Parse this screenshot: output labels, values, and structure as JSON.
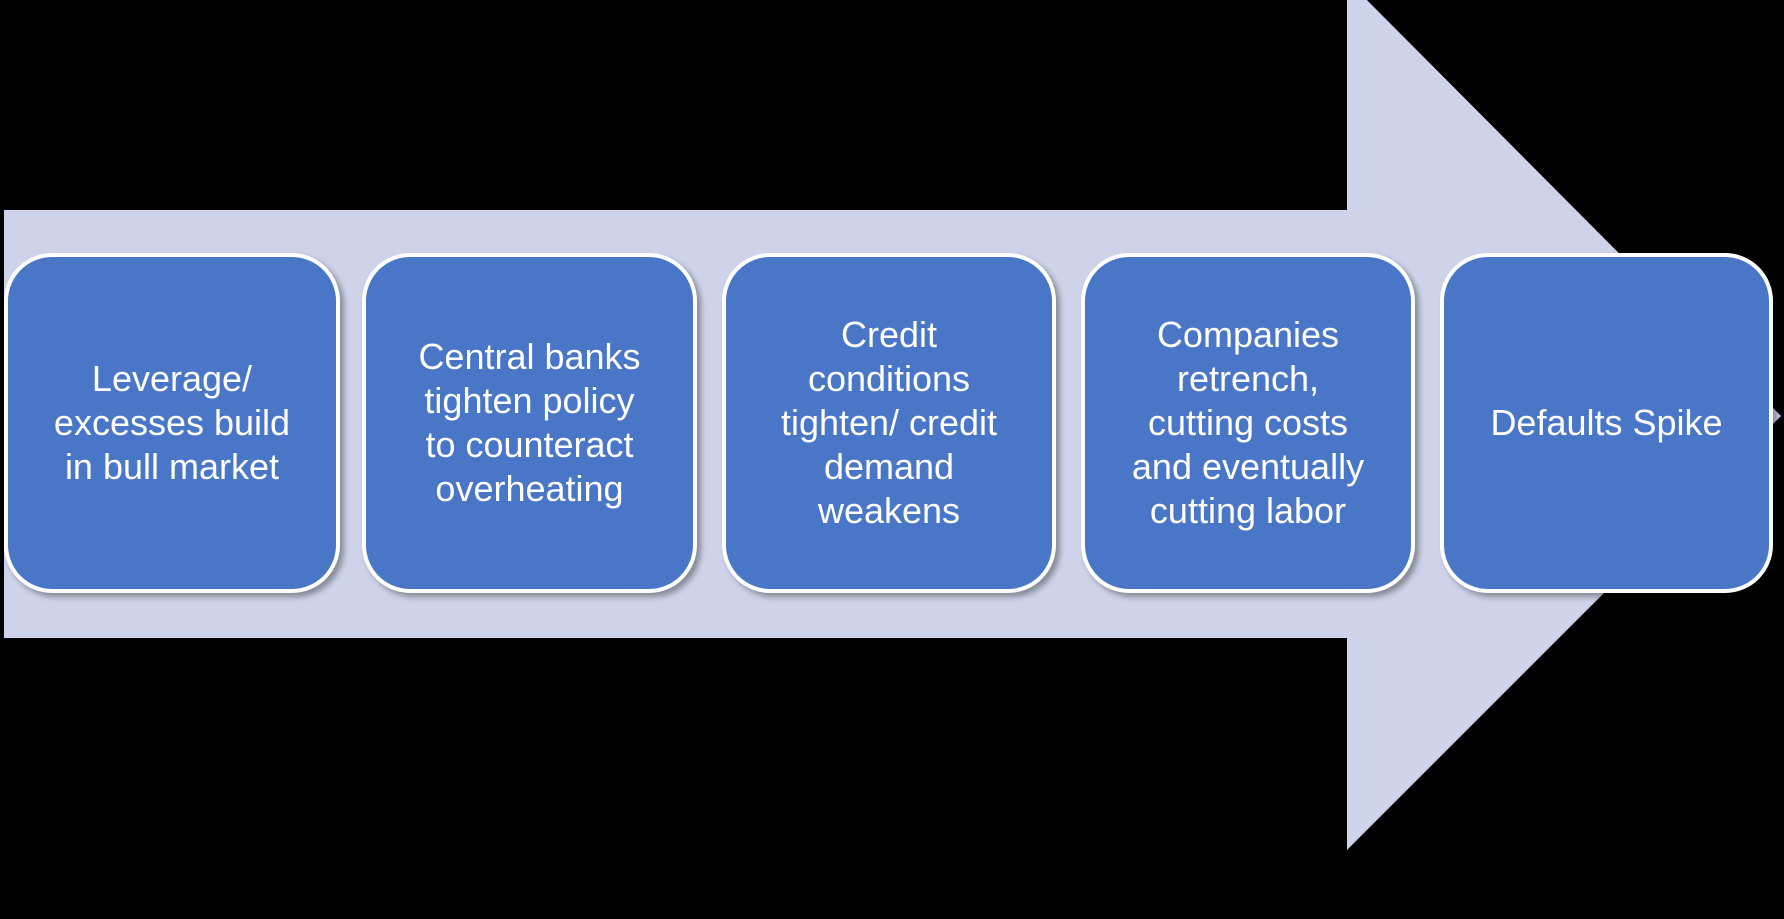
{
  "diagram": {
    "type": "process-arrow-flow",
    "direction": "right",
    "title": "",
    "colors": {
      "background": "#000000",
      "arrow_fill": "#CED3E9",
      "step_fill": "#4A76C8",
      "step_border": "#FFFFFF",
      "step_text": "#FFFFFF"
    },
    "steps": [
      {
        "label": "Leverage/\nexcesses build\nin bull market"
      },
      {
        "label": "Central banks\ntighten policy\nto counteract\noverheating"
      },
      {
        "label": "Credit\nconditions\ntighten/ credit\ndemand\nweakens"
      },
      {
        "label": "Companies\nretrench,\ncutting costs\nand eventually\ncutting labor"
      },
      {
        "label": "Defaults Spike"
      }
    ]
  }
}
